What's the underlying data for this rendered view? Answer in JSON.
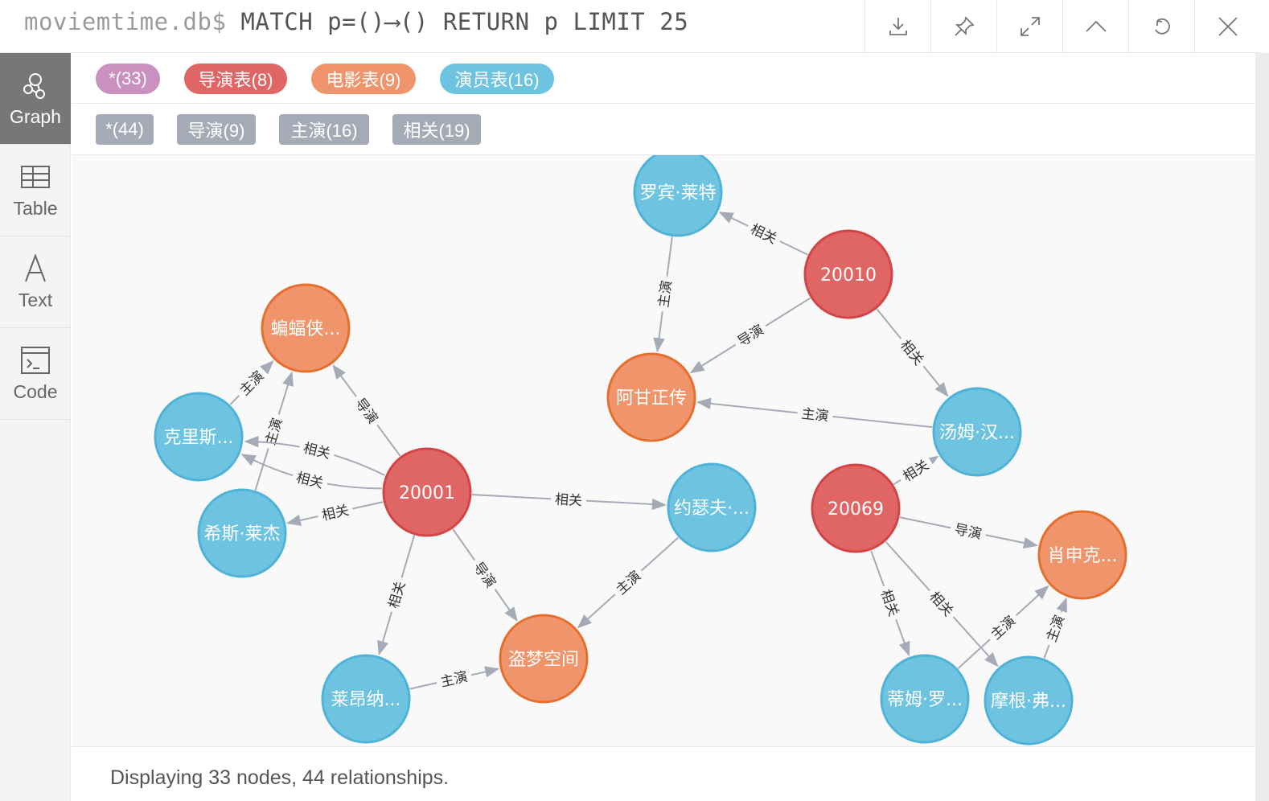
{
  "query": {
    "prompt": "moviemtime.db$",
    "text": "MATCH p=()⟶() RETURN p LIMIT 25"
  },
  "toolbar": {
    "buttons": [
      "download-icon",
      "pin-icon",
      "expand-icon",
      "collapse-up-icon",
      "refresh-icon",
      "close-icon"
    ]
  },
  "sidebar": {
    "items": [
      {
        "label": "Graph",
        "icon": "graph-icon",
        "active": true
      },
      {
        "label": "Table",
        "icon": "table-icon",
        "active": false
      },
      {
        "label": "Text",
        "icon": "text-icon",
        "active": false
      },
      {
        "label": "Code",
        "icon": "code-icon",
        "active": false
      }
    ]
  },
  "node_labels": [
    {
      "text": "*(33)",
      "color": "#c990c0"
    },
    {
      "text": "导演表(8)",
      "color": "#e06666"
    },
    {
      "text": "电影表(9)",
      "color": "#f0956b"
    },
    {
      "text": "演员表(16)",
      "color": "#6ec3e0"
    }
  ],
  "relationship_types": [
    {
      "text": "*(44)"
    },
    {
      "text": "导演(9)"
    },
    {
      "text": "主演(16)"
    },
    {
      "text": "相关(19)"
    }
  ],
  "colors": {
    "director": "#e06666",
    "director_border": "#d34545",
    "movie": "#f0956b",
    "movie_border": "#e56f2e",
    "actor": "#6ec3e0",
    "actor_border": "#4eb3d6",
    "edge": "#a5abb6"
  },
  "graph": {
    "nodes": [
      {
        "id": "n1",
        "label": "罗宾·莱特",
        "kind": "actor"
      },
      {
        "id": "n2",
        "label": "20010",
        "kind": "director"
      },
      {
        "id": "n3",
        "label": "阿甘正传",
        "kind": "movie"
      },
      {
        "id": "n4",
        "label": "汤姆·汉...",
        "kind": "actor"
      },
      {
        "id": "n5",
        "label": "蝙蝠侠...",
        "kind": "movie"
      },
      {
        "id": "n6",
        "label": "克里斯...",
        "kind": "actor"
      },
      {
        "id": "n7",
        "label": "希斯·莱杰",
        "kind": "actor"
      },
      {
        "id": "n8",
        "label": "20001",
        "kind": "director"
      },
      {
        "id": "n9",
        "label": "约瑟夫·...",
        "kind": "actor"
      },
      {
        "id": "n10",
        "label": "20069",
        "kind": "director"
      },
      {
        "id": "n11",
        "label": "肖申克...",
        "kind": "movie"
      },
      {
        "id": "n12",
        "label": "盗梦空间",
        "kind": "movie"
      },
      {
        "id": "n13",
        "label": "莱昂纳...",
        "kind": "actor"
      },
      {
        "id": "n14",
        "label": "蒂姆·罗...",
        "kind": "actor"
      },
      {
        "id": "n15",
        "label": "摩根·弗...",
        "kind": "actor"
      }
    ],
    "edges": [
      {
        "from": "n2",
        "to": "n1",
        "label": "相关"
      },
      {
        "from": "n1",
        "to": "n3",
        "label": "主演"
      },
      {
        "from": "n2",
        "to": "n3",
        "label": "导演"
      },
      {
        "from": "n2",
        "to": "n4",
        "label": "相关"
      },
      {
        "from": "n4",
        "to": "n3",
        "label": "主演"
      },
      {
        "from": "n10",
        "to": "n4",
        "label": "相关"
      },
      {
        "from": "n10",
        "to": "n11",
        "label": "导演"
      },
      {
        "from": "n10",
        "to": "n14",
        "label": "相关"
      },
      {
        "from": "n10",
        "to": "n15",
        "label": "相关"
      },
      {
        "from": "n14",
        "to": "n11",
        "label": "主演"
      },
      {
        "from": "n15",
        "to": "n11",
        "label": "主演"
      },
      {
        "from": "n8",
        "to": "n5",
        "label": "导演"
      },
      {
        "from": "n6",
        "to": "n5",
        "label": "主演"
      },
      {
        "from": "n7",
        "to": "n5",
        "label": "主演"
      },
      {
        "from": "n8",
        "to": "n6",
        "label": "相关"
      },
      {
        "from": "n8",
        "to": "n6",
        "label": "相关"
      },
      {
        "from": "n8",
        "to": "n7",
        "label": "相关"
      },
      {
        "from": "n8",
        "to": "n9",
        "label": "相关"
      },
      {
        "from": "n8",
        "to": "n12",
        "label": "导演"
      },
      {
        "from": "n8",
        "to": "n13",
        "label": "相关"
      },
      {
        "from": "n9",
        "to": "n12",
        "label": "主演"
      },
      {
        "from": "n13",
        "to": "n12",
        "label": "主演"
      }
    ]
  },
  "status": {
    "text": "Displaying 33 nodes, 44 relationships."
  }
}
